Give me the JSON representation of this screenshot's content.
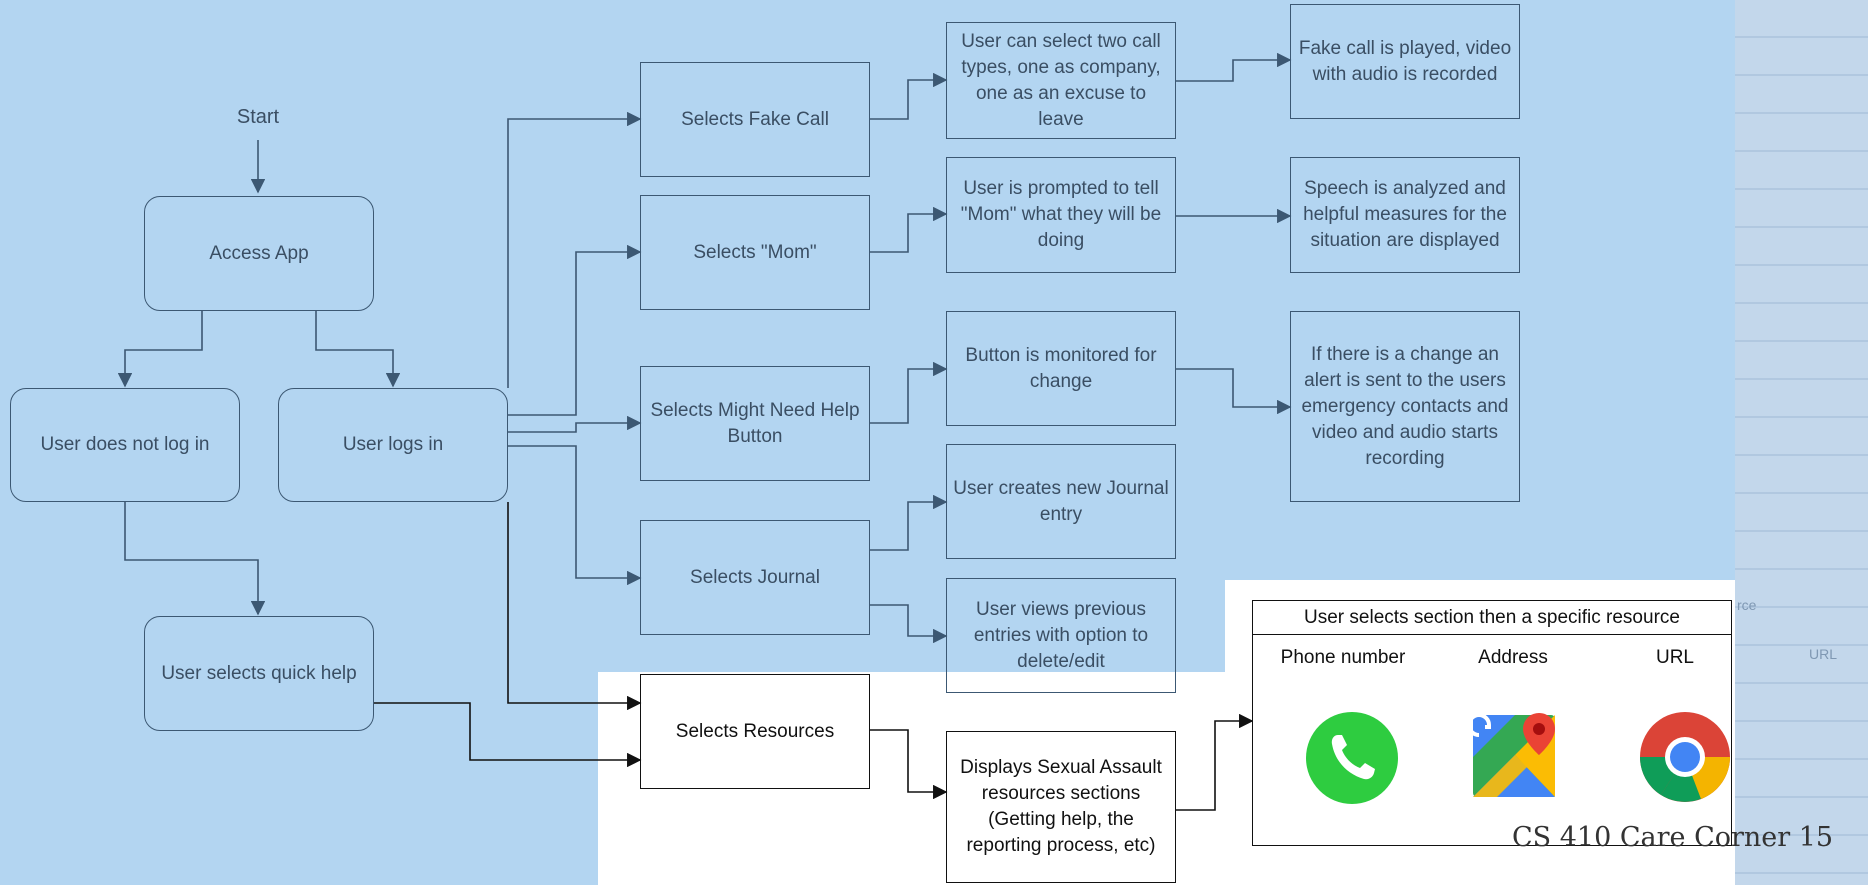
{
  "flow": {
    "start": "Start",
    "access_app": "Access App",
    "not_log_in": "User does not log in",
    "logs_in": "User logs in",
    "quick_help": "User selects quick help",
    "fake_call": "Selects Fake Call",
    "mom": "Selects \"Mom\"",
    "might_need_help": "Selects Might Need Help Button",
    "journal": "Selects Journal",
    "resources": "Selects Resources",
    "fake_call_types": "User can select two call types, one as company, one as an excuse to leave",
    "fake_call_result": "Fake call is played, video with audio is recorded",
    "mom_prompt": "User is prompted to tell \"Mom\" what they will be doing",
    "speech_analyzed": "Speech is analyzed and helpful measures for the situation are displayed",
    "button_monitored": "Button is monitored for change",
    "alert_sent": "If there is a change an alert is sent to the users emergency contacts and video and audio starts recording",
    "journal_new": "User creates new Journal entry",
    "journal_view": "User views previous entries with option to delete/edit",
    "display_resources": "Displays Sexual Assault resources sections (Getting help, the reporting process, etc)"
  },
  "resource_panel": {
    "header": "User selects section then a specific resource",
    "columns": [
      {
        "label": "Phone number",
        "icon": "phone-icon"
      },
      {
        "label": "Address",
        "icon": "maps-icon"
      },
      {
        "label": "URL",
        "icon": "chrome-icon"
      }
    ]
  },
  "background_fragments": {
    "partial_word": "rce",
    "url": "URL"
  },
  "footer": "CS 410 Care Corner 15",
  "colors": {
    "panel_bg": "#b3d5f1",
    "line": "#3c5873",
    "text": "#3a4e63",
    "phone_green": "#2ecc40"
  }
}
